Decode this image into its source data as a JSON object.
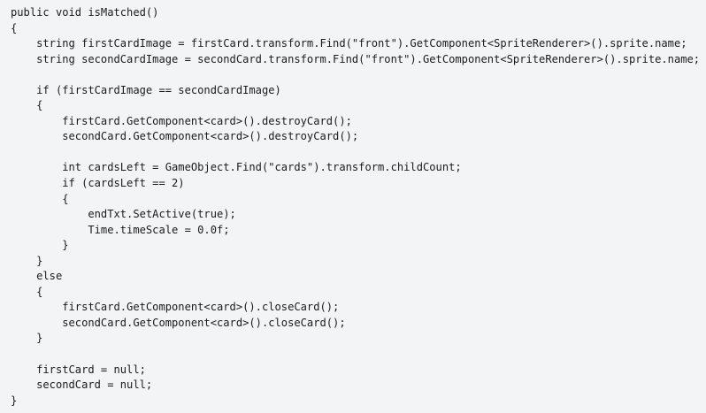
{
  "code": {
    "lines": [
      "public void isMatched()",
      "{",
      "    string firstCardImage = firstCard.transform.Find(\"front\").GetComponent<SpriteRenderer>().sprite.name;",
      "    string secondCardImage = secondCard.transform.Find(\"front\").GetComponent<SpriteRenderer>().sprite.name;",
      "",
      "    if (firstCardImage == secondCardImage)",
      "    {",
      "        firstCard.GetComponent<card>().destroyCard();",
      "        secondCard.GetComponent<card>().destroyCard();",
      "",
      "        int cardsLeft = GameObject.Find(\"cards\").transform.childCount;",
      "        if (cardsLeft == 2)",
      "        {",
      "            endTxt.SetActive(true);",
      "            Time.timeScale = 0.0f;",
      "        }",
      "    }",
      "    else",
      "    {",
      "        firstCard.GetComponent<card>().closeCard();",
      "        secondCard.GetComponent<card>().closeCard();",
      "    }",
      "",
      "    firstCard = null;",
      "    secondCard = null;",
      "}"
    ]
  }
}
